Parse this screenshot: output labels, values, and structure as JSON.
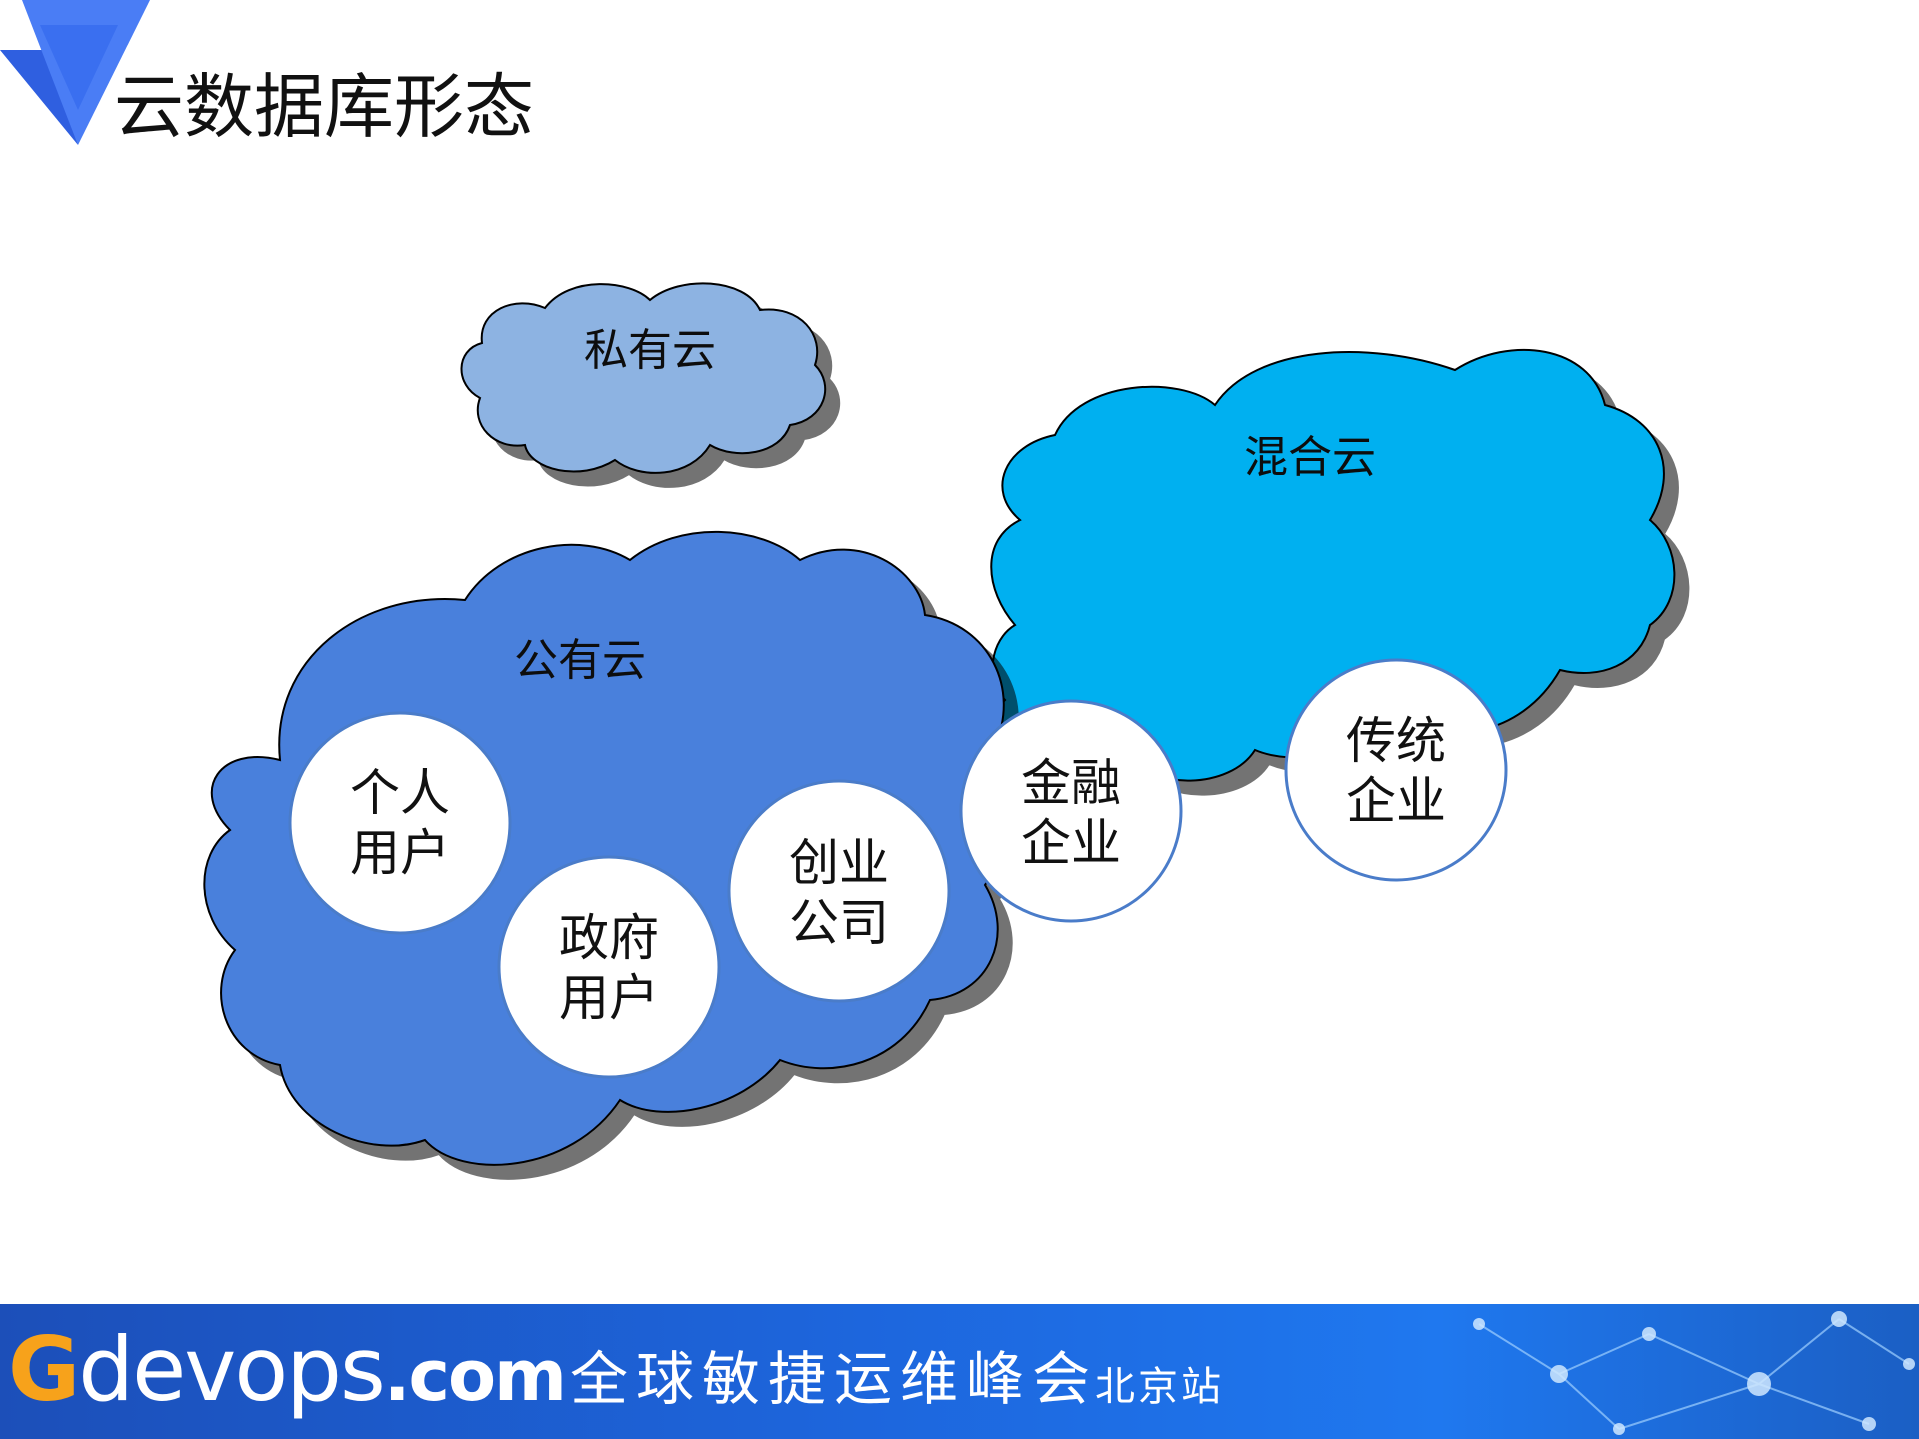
{
  "slide": {
    "title": "云数据库形态"
  },
  "diagram": {
    "clouds": {
      "private": {
        "label": "私有云",
        "color": "#8db3e2"
      },
      "public": {
        "label": "公有云",
        "color": "#4a80dc"
      },
      "hybrid": {
        "label": "混合云",
        "color": "#00b0f0"
      }
    },
    "circles": {
      "personal": {
        "line1": "个人",
        "line2": "用户"
      },
      "government": {
        "line1": "政府",
        "line2": "用户"
      },
      "startup": {
        "line1": "创业",
        "line2": "公司"
      },
      "finance": {
        "line1": "金融",
        "line2": "企业"
      },
      "traditional": {
        "line1": "传统",
        "line2": "企业"
      }
    }
  },
  "footer": {
    "site_g": "G",
    "site_rest": "devops",
    "site_tld": ".com",
    "event": "全球敏捷运维峰会",
    "station": "北京站",
    "colors": {
      "banner": "#1d66dd",
      "accent": "#f7a21b"
    }
  },
  "colors": {
    "logo": "#3a6ff0",
    "outline": "#000000",
    "circle_border": "#4a7cc9"
  }
}
